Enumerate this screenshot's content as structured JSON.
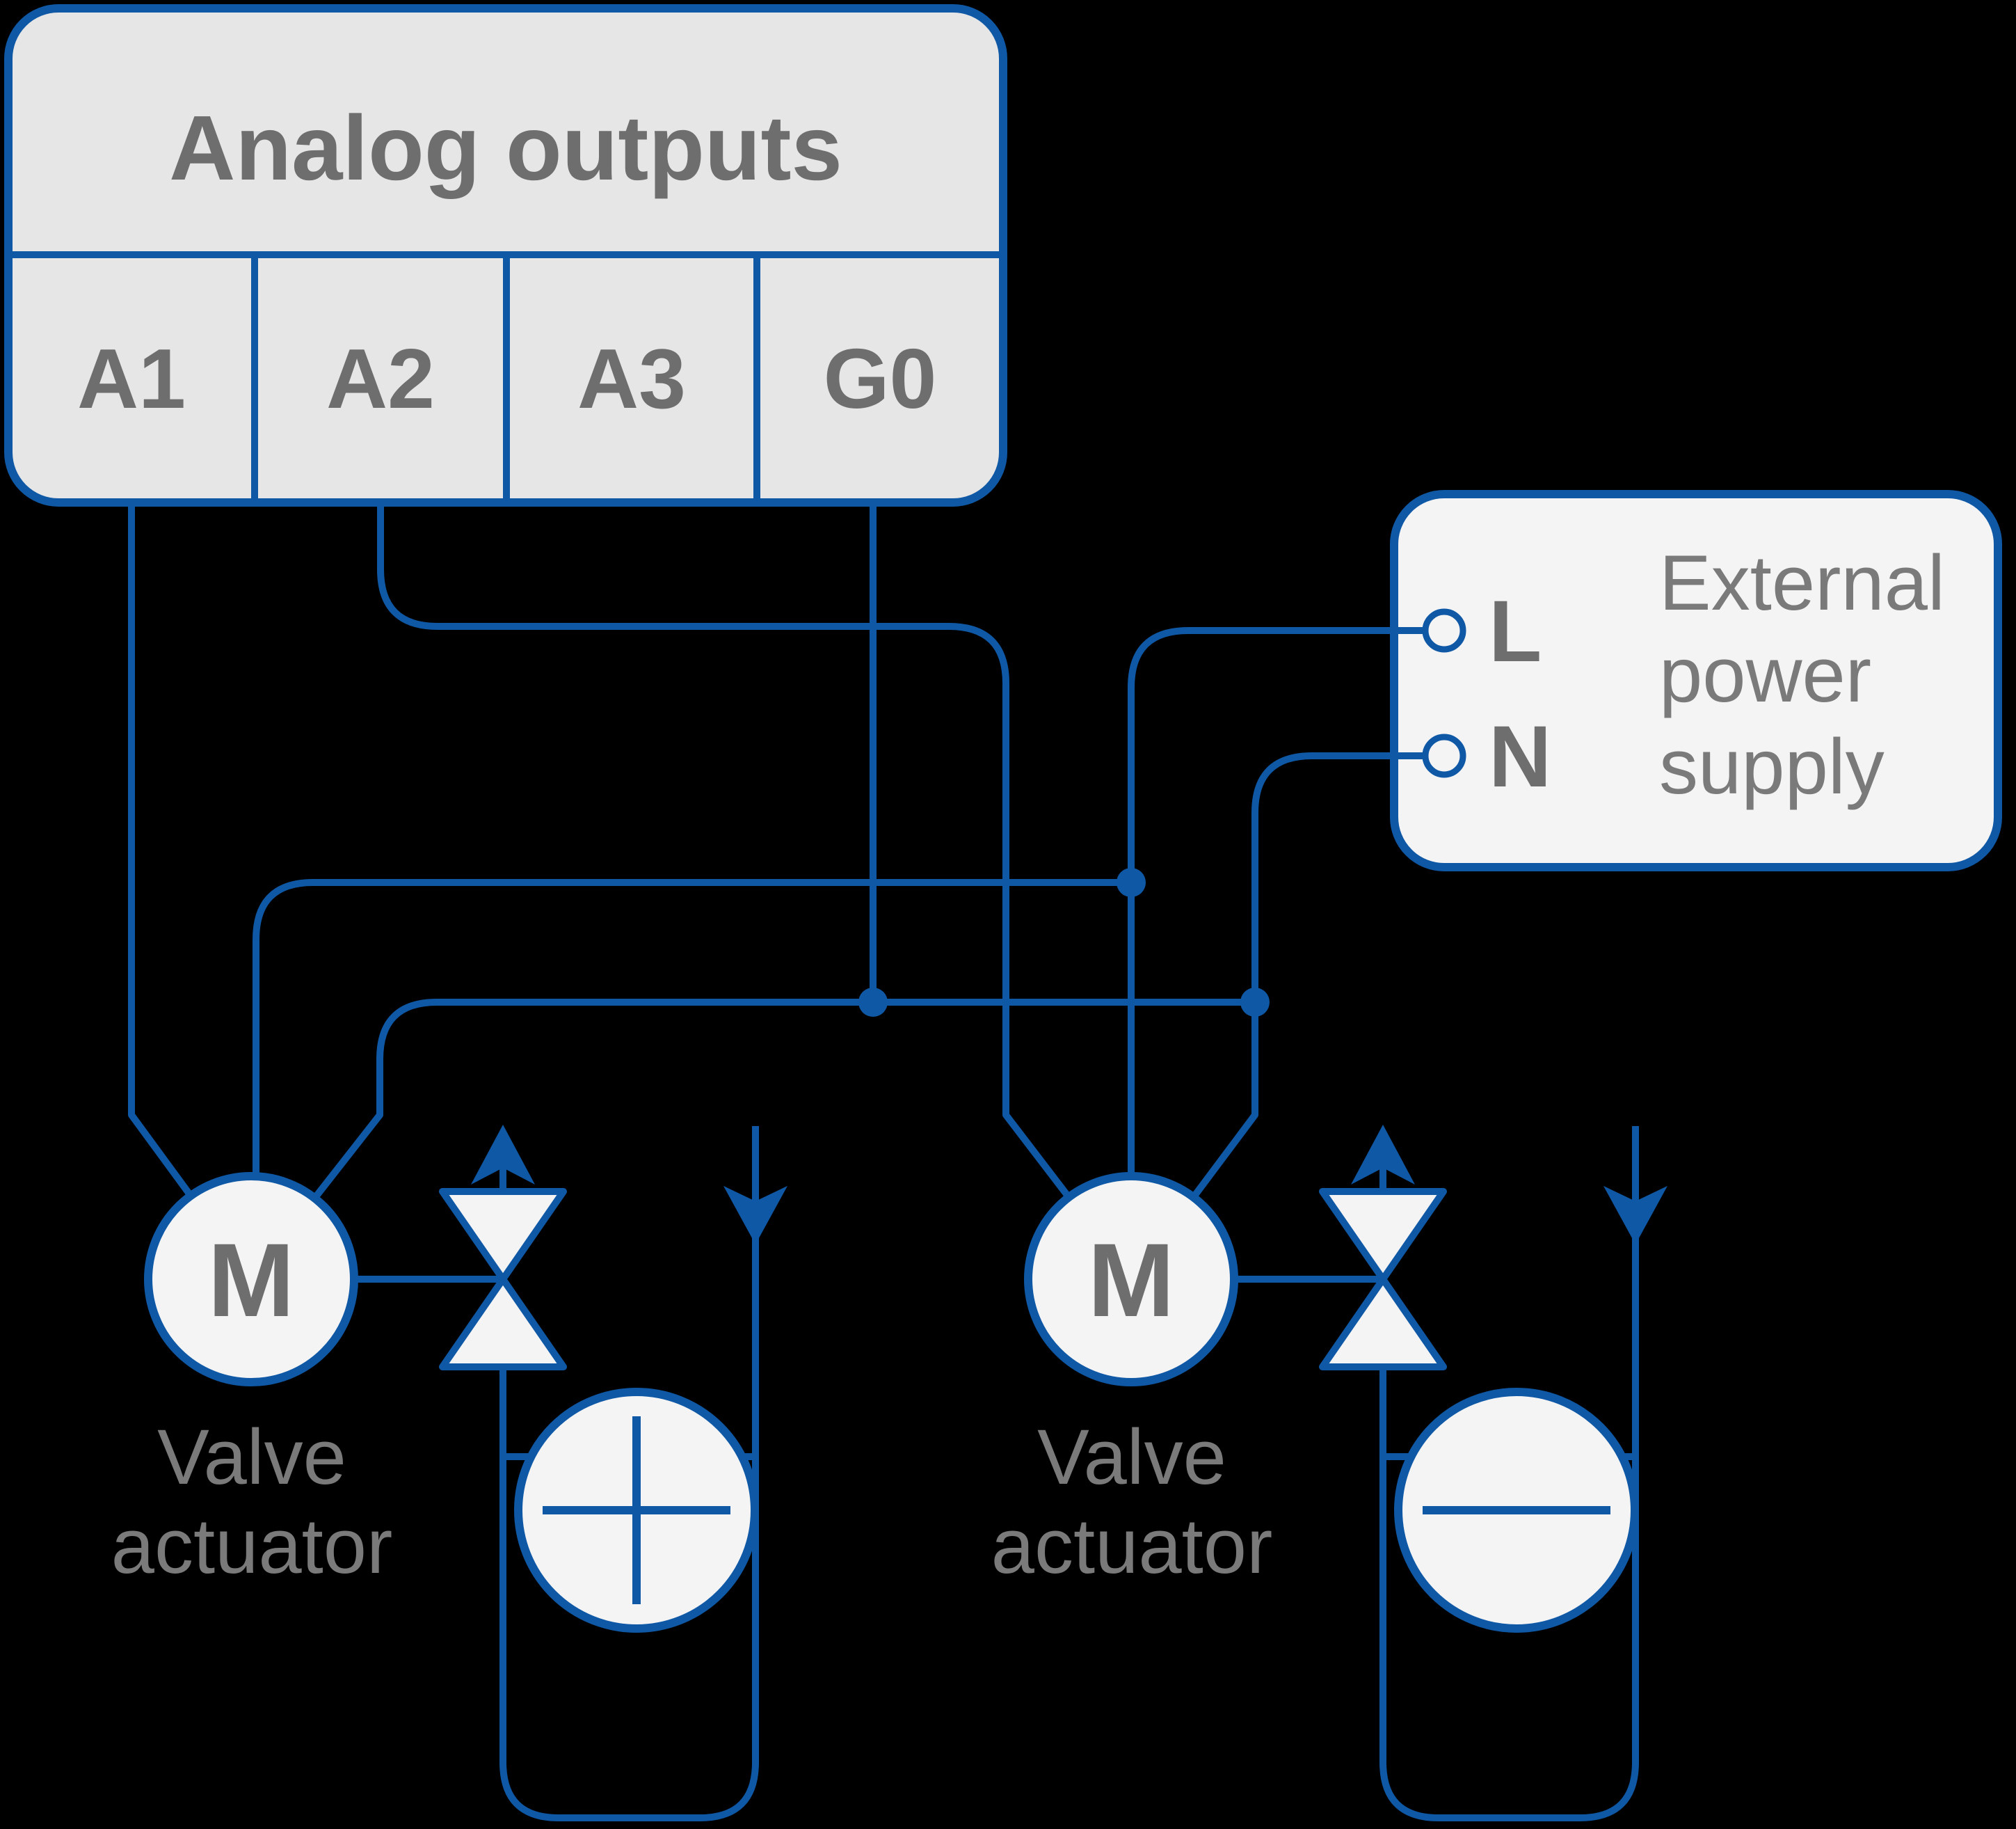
{
  "colors": {
    "background": "#000000",
    "accent_blue": "#0e58a6",
    "terminal_box_fill": "#e6e6e6",
    "panel_fill": "#f4f4f5",
    "label_dark_gray": "#6e6e6e",
    "label_light_gray": "#7a7a7a"
  },
  "analog_outputs": {
    "title": "Analog outputs",
    "terminals": [
      "A1",
      "A2",
      "A3",
      "G0"
    ]
  },
  "power_supply": {
    "lines": [
      "External",
      "power",
      "supply"
    ],
    "terminals": [
      "L",
      "N"
    ]
  },
  "actuators": [
    {
      "motor": "M",
      "caption": [
        "Valve",
        "actuator"
      ],
      "symbol": "plus"
    },
    {
      "motor": "M",
      "caption": [
        "Valve",
        "actuator"
      ],
      "symbol": "minus"
    }
  ],
  "icons": {
    "flow_out": "arrow-up-icon",
    "flow_return": "arrow-down-icon",
    "heating": "plus-icon",
    "cooling": "minus-icon",
    "junction": "junction-dot"
  }
}
